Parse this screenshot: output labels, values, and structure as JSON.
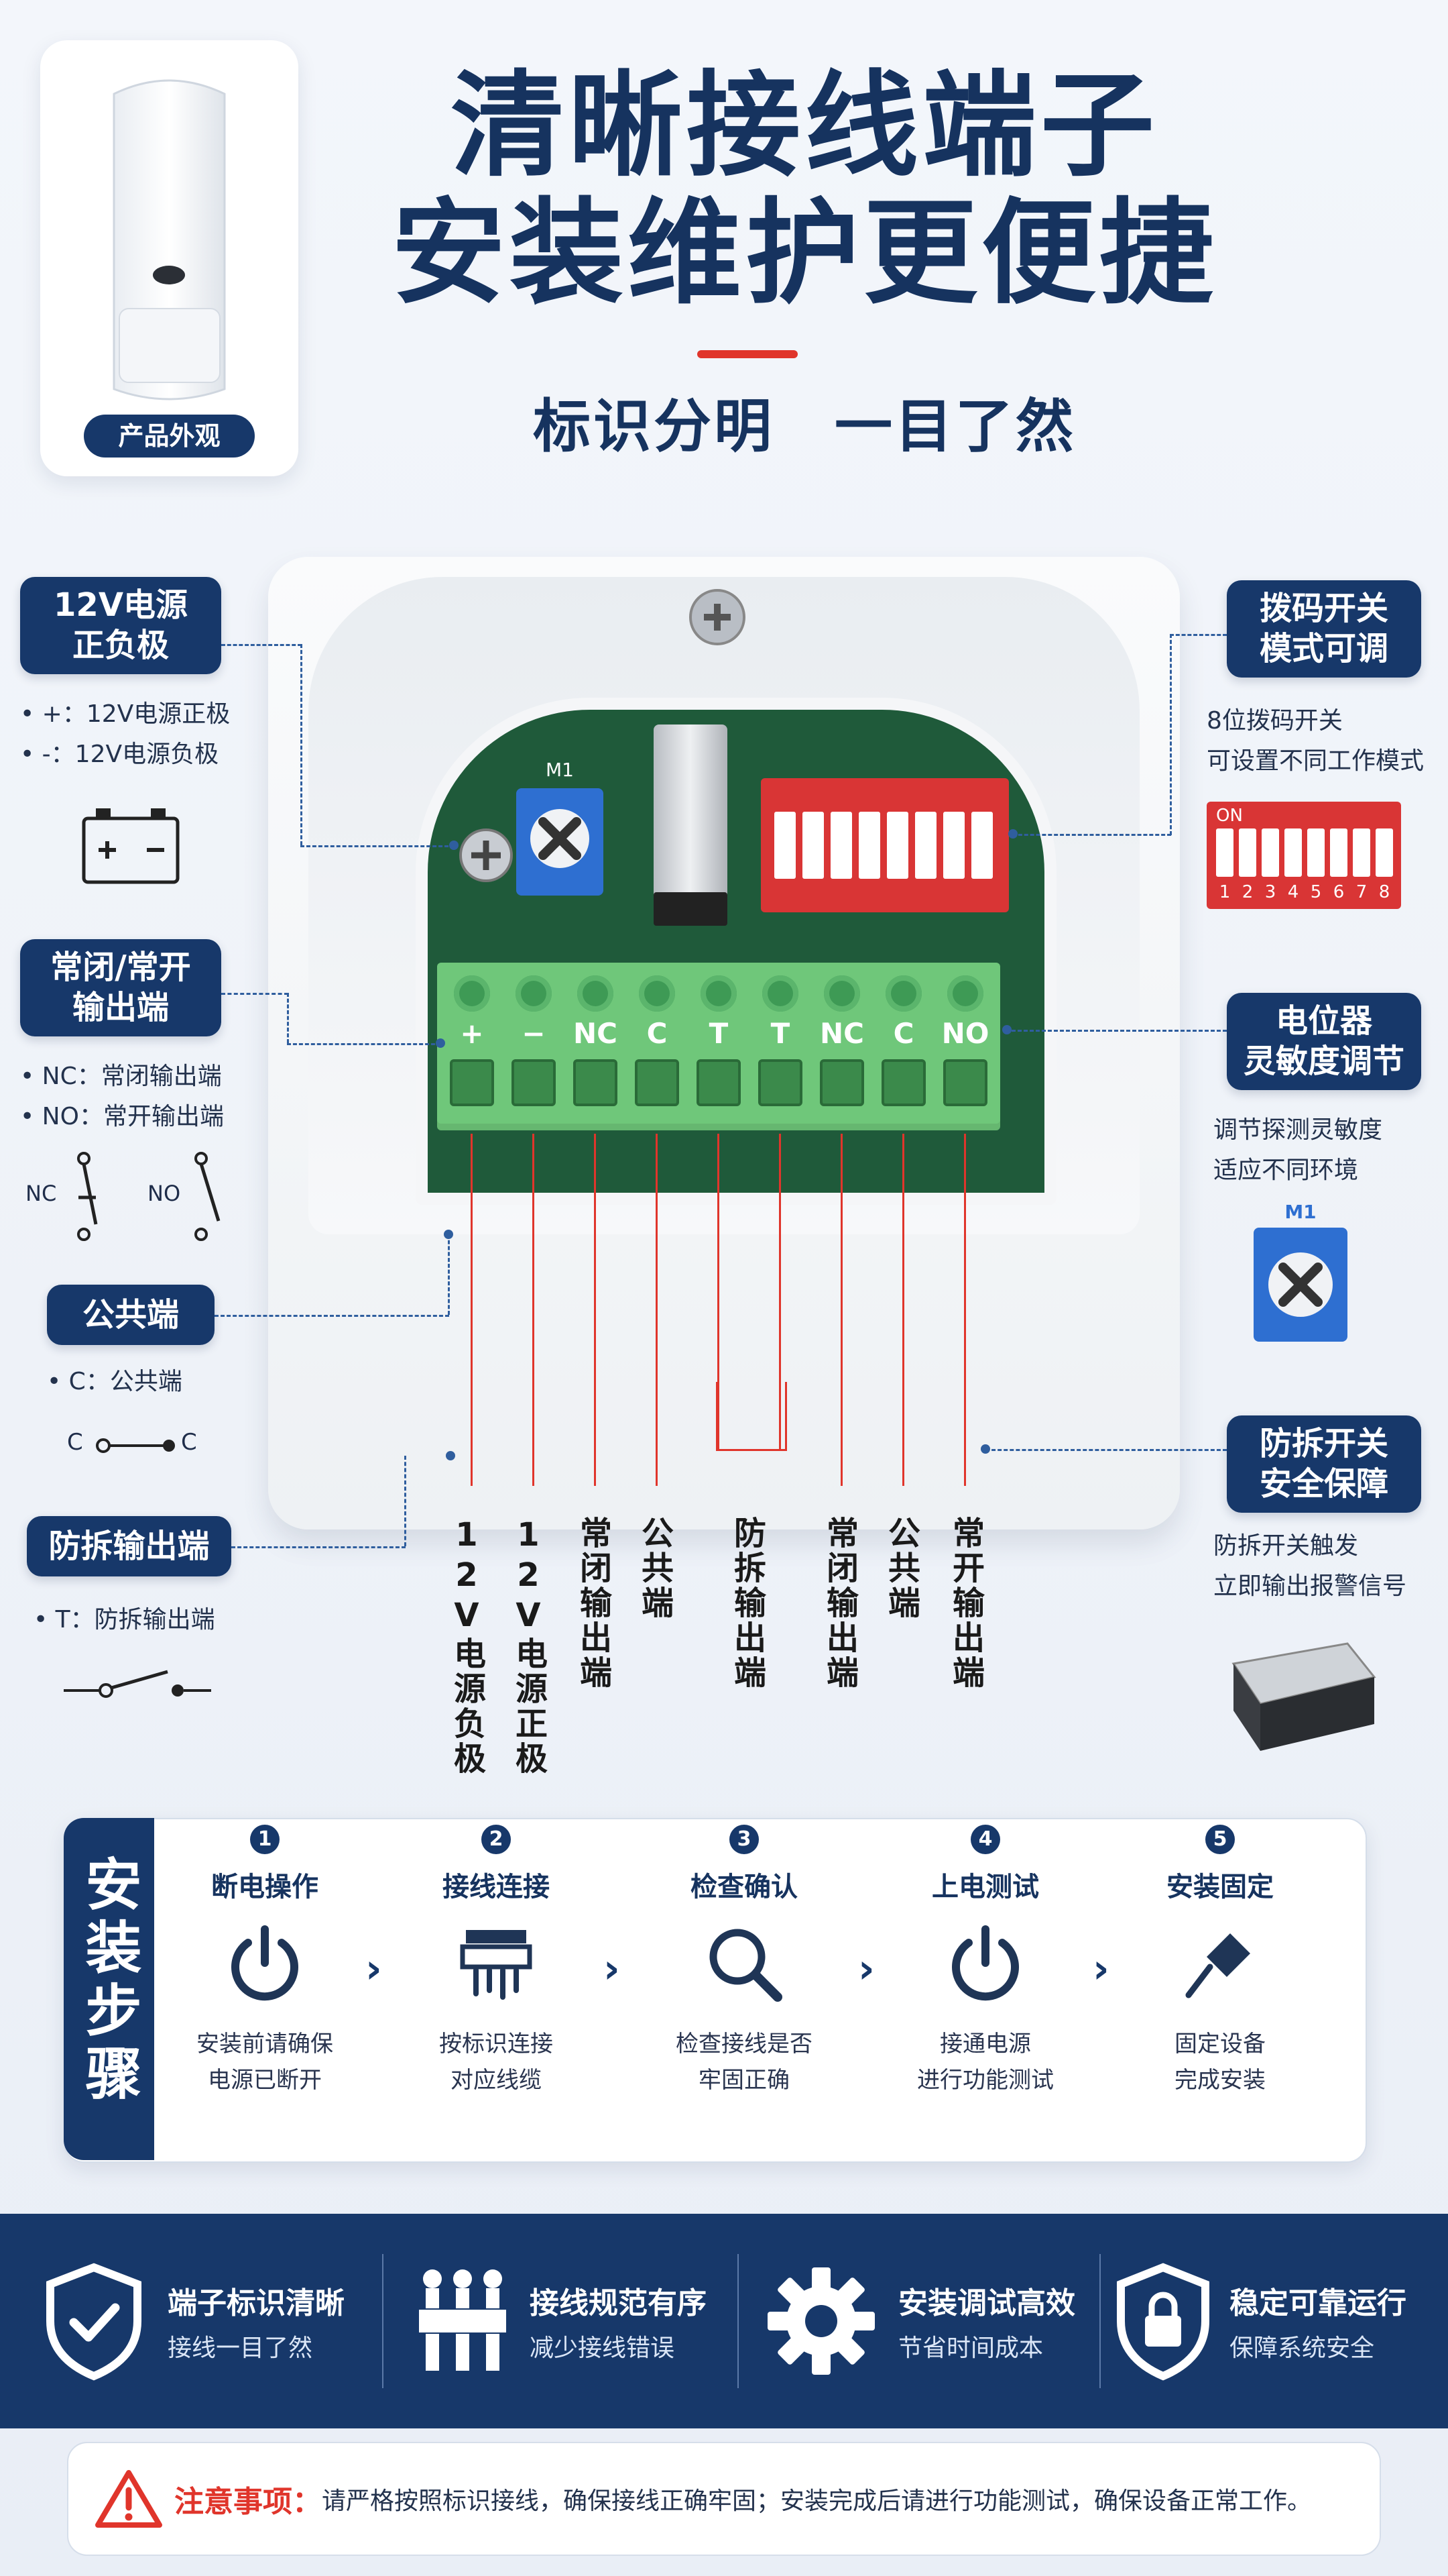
{
  "header": {
    "title_line1": "清晰接线端子",
    "title_line2": "安装维护更便捷",
    "subtitle": "标识分明　一目了然",
    "product_badge": "产品外观"
  },
  "left_callouts": [
    {
      "tag": "12V电源\n正负极",
      "notes": [
        "• +：12V电源正极",
        "• -：12V电源负极"
      ]
    },
    {
      "tag": "常闭/常开\n输出端",
      "notes": [
        "• NC：常闭输出端",
        "• NO：常开输出端"
      ],
      "icon_labels": [
        "NC",
        "NO"
      ]
    },
    {
      "tag": "公共端",
      "notes": [
        "• C：公共端"
      ],
      "icon_labels": [
        "C",
        "C"
      ]
    },
    {
      "tag": "防拆输出端",
      "notes": [
        "• T：防拆输出端"
      ]
    }
  ],
  "right_callouts": [
    {
      "tag": "拨码开关\n模式可调",
      "notes": [
        "8位拨码开关",
        "可设置不同工作模式"
      ]
    },
    {
      "tag": "电位器\n灵敏度调节",
      "notes": [
        "调节探测灵敏度",
        "适应不同环境"
      ]
    },
    {
      "tag": "防拆开关\n安全保障",
      "notes": [
        "防拆开关触发",
        "立即输出报警信号"
      ]
    }
  ],
  "board": {
    "pot_label": "M1",
    "dip_on": "ON",
    "dip_numbers": [
      "1",
      "2",
      "3",
      "4",
      "5",
      "6",
      "7",
      "8"
    ],
    "terminals": [
      "+",
      "−",
      "NC",
      "C",
      "T",
      "T",
      "NC",
      "C",
      "NO"
    ]
  },
  "terminal_labels": [
    "12V电源负极",
    "12V电源正极",
    "常闭输出端",
    "公共端",
    "防拆输出端",
    "常闭输出端",
    "公共端",
    "常开输出端"
  ],
  "install": {
    "title": "安装步骤",
    "steps": [
      {
        "num": "1",
        "title": "断电操作",
        "desc1": "安装前请确保",
        "desc2": "电源已断开"
      },
      {
        "num": "2",
        "title": "接线连接",
        "desc1": "按标识连接",
        "desc2": "对应线缆"
      },
      {
        "num": "3",
        "title": "检查确认",
        "desc1": "检查接线是否",
        "desc2": "牢固正确"
      },
      {
        "num": "4",
        "title": "上电测试",
        "desc1": "接通电源",
        "desc2": "进行功能测试"
      },
      {
        "num": "5",
        "title": "安装固定",
        "desc1": "固定设备",
        "desc2": "完成安装"
      }
    ]
  },
  "features": [
    {
      "title": "端子标识清晰",
      "desc": "接线一目了然",
      "icon": "shield-check-icon"
    },
    {
      "title": "接线规范有序",
      "desc": "减少接线错误",
      "icon": "wire-terminals-icon"
    },
    {
      "title": "安装调试高效",
      "desc": "节省时间成本",
      "icon": "gear-icon"
    },
    {
      "title": "稳定可靠运行",
      "desc": "保障系统安全",
      "icon": "shield-lock-icon"
    }
  ],
  "notice": {
    "label": "注意事项：",
    "text": "请严格按照标识接线，确保接线正确牢固；安装完成后请进行功能测试，确保设备正常工作。"
  },
  "colors": {
    "navy": "#17386a",
    "accent_red": "#e0352b",
    "terminal_green": "#6fc77a",
    "pcb_green": "#1f5a3a"
  }
}
